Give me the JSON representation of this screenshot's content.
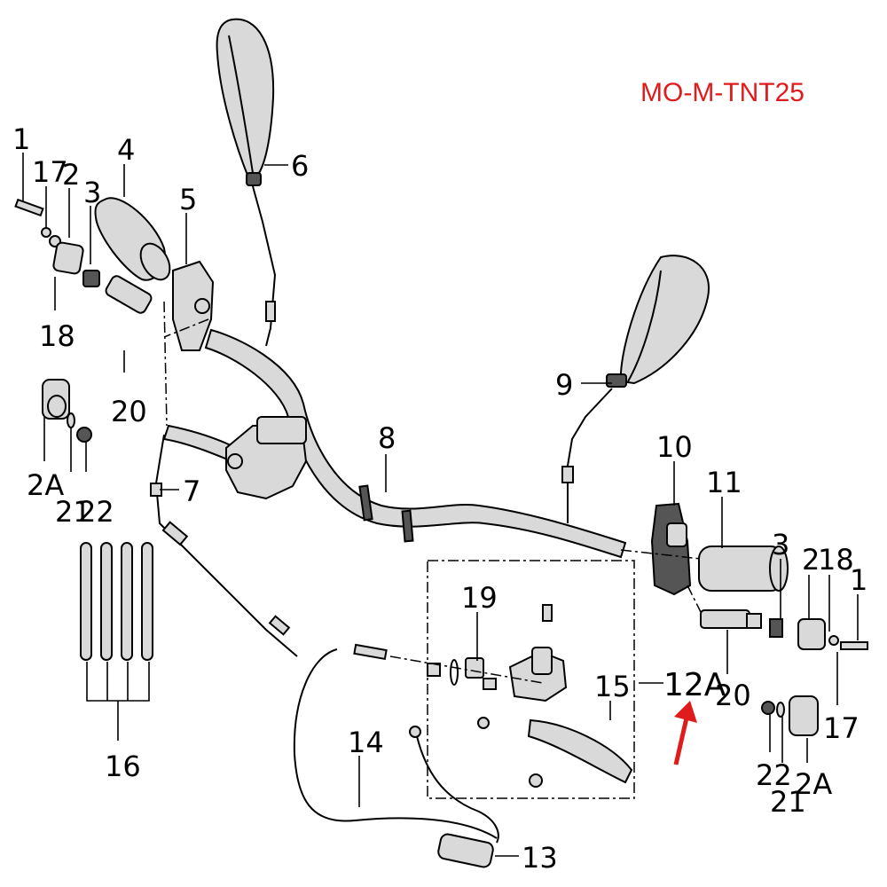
{
  "model_code": "MO-M-TNT25",
  "colors": {
    "model_code": "#e01b1b",
    "arrow": "#e01b1b"
  },
  "labels": {
    "p1_left": "1",
    "p17_left": "17",
    "p2_left": "2",
    "p3_left": "3",
    "p4": "4",
    "p5": "5",
    "p6": "6",
    "p18_left": "18",
    "p20_left": "20",
    "p2A_left": "2A",
    "p21_left": "21",
    "p22_left": "22",
    "p7": "7",
    "p8": "8",
    "p9": "9",
    "p10": "10",
    "p11": "11",
    "p3_right": "3",
    "p2_right": "2",
    "p18_right": "18",
    "p1_right": "1",
    "p19": "19",
    "p15": "15",
    "p12A": "12A",
    "p20_right": "20",
    "p17_right": "17",
    "p22_right": "22",
    "p21_right": "21",
    "p2A_right": "2A",
    "p14": "14",
    "p16": "16",
    "p13": "13"
  }
}
